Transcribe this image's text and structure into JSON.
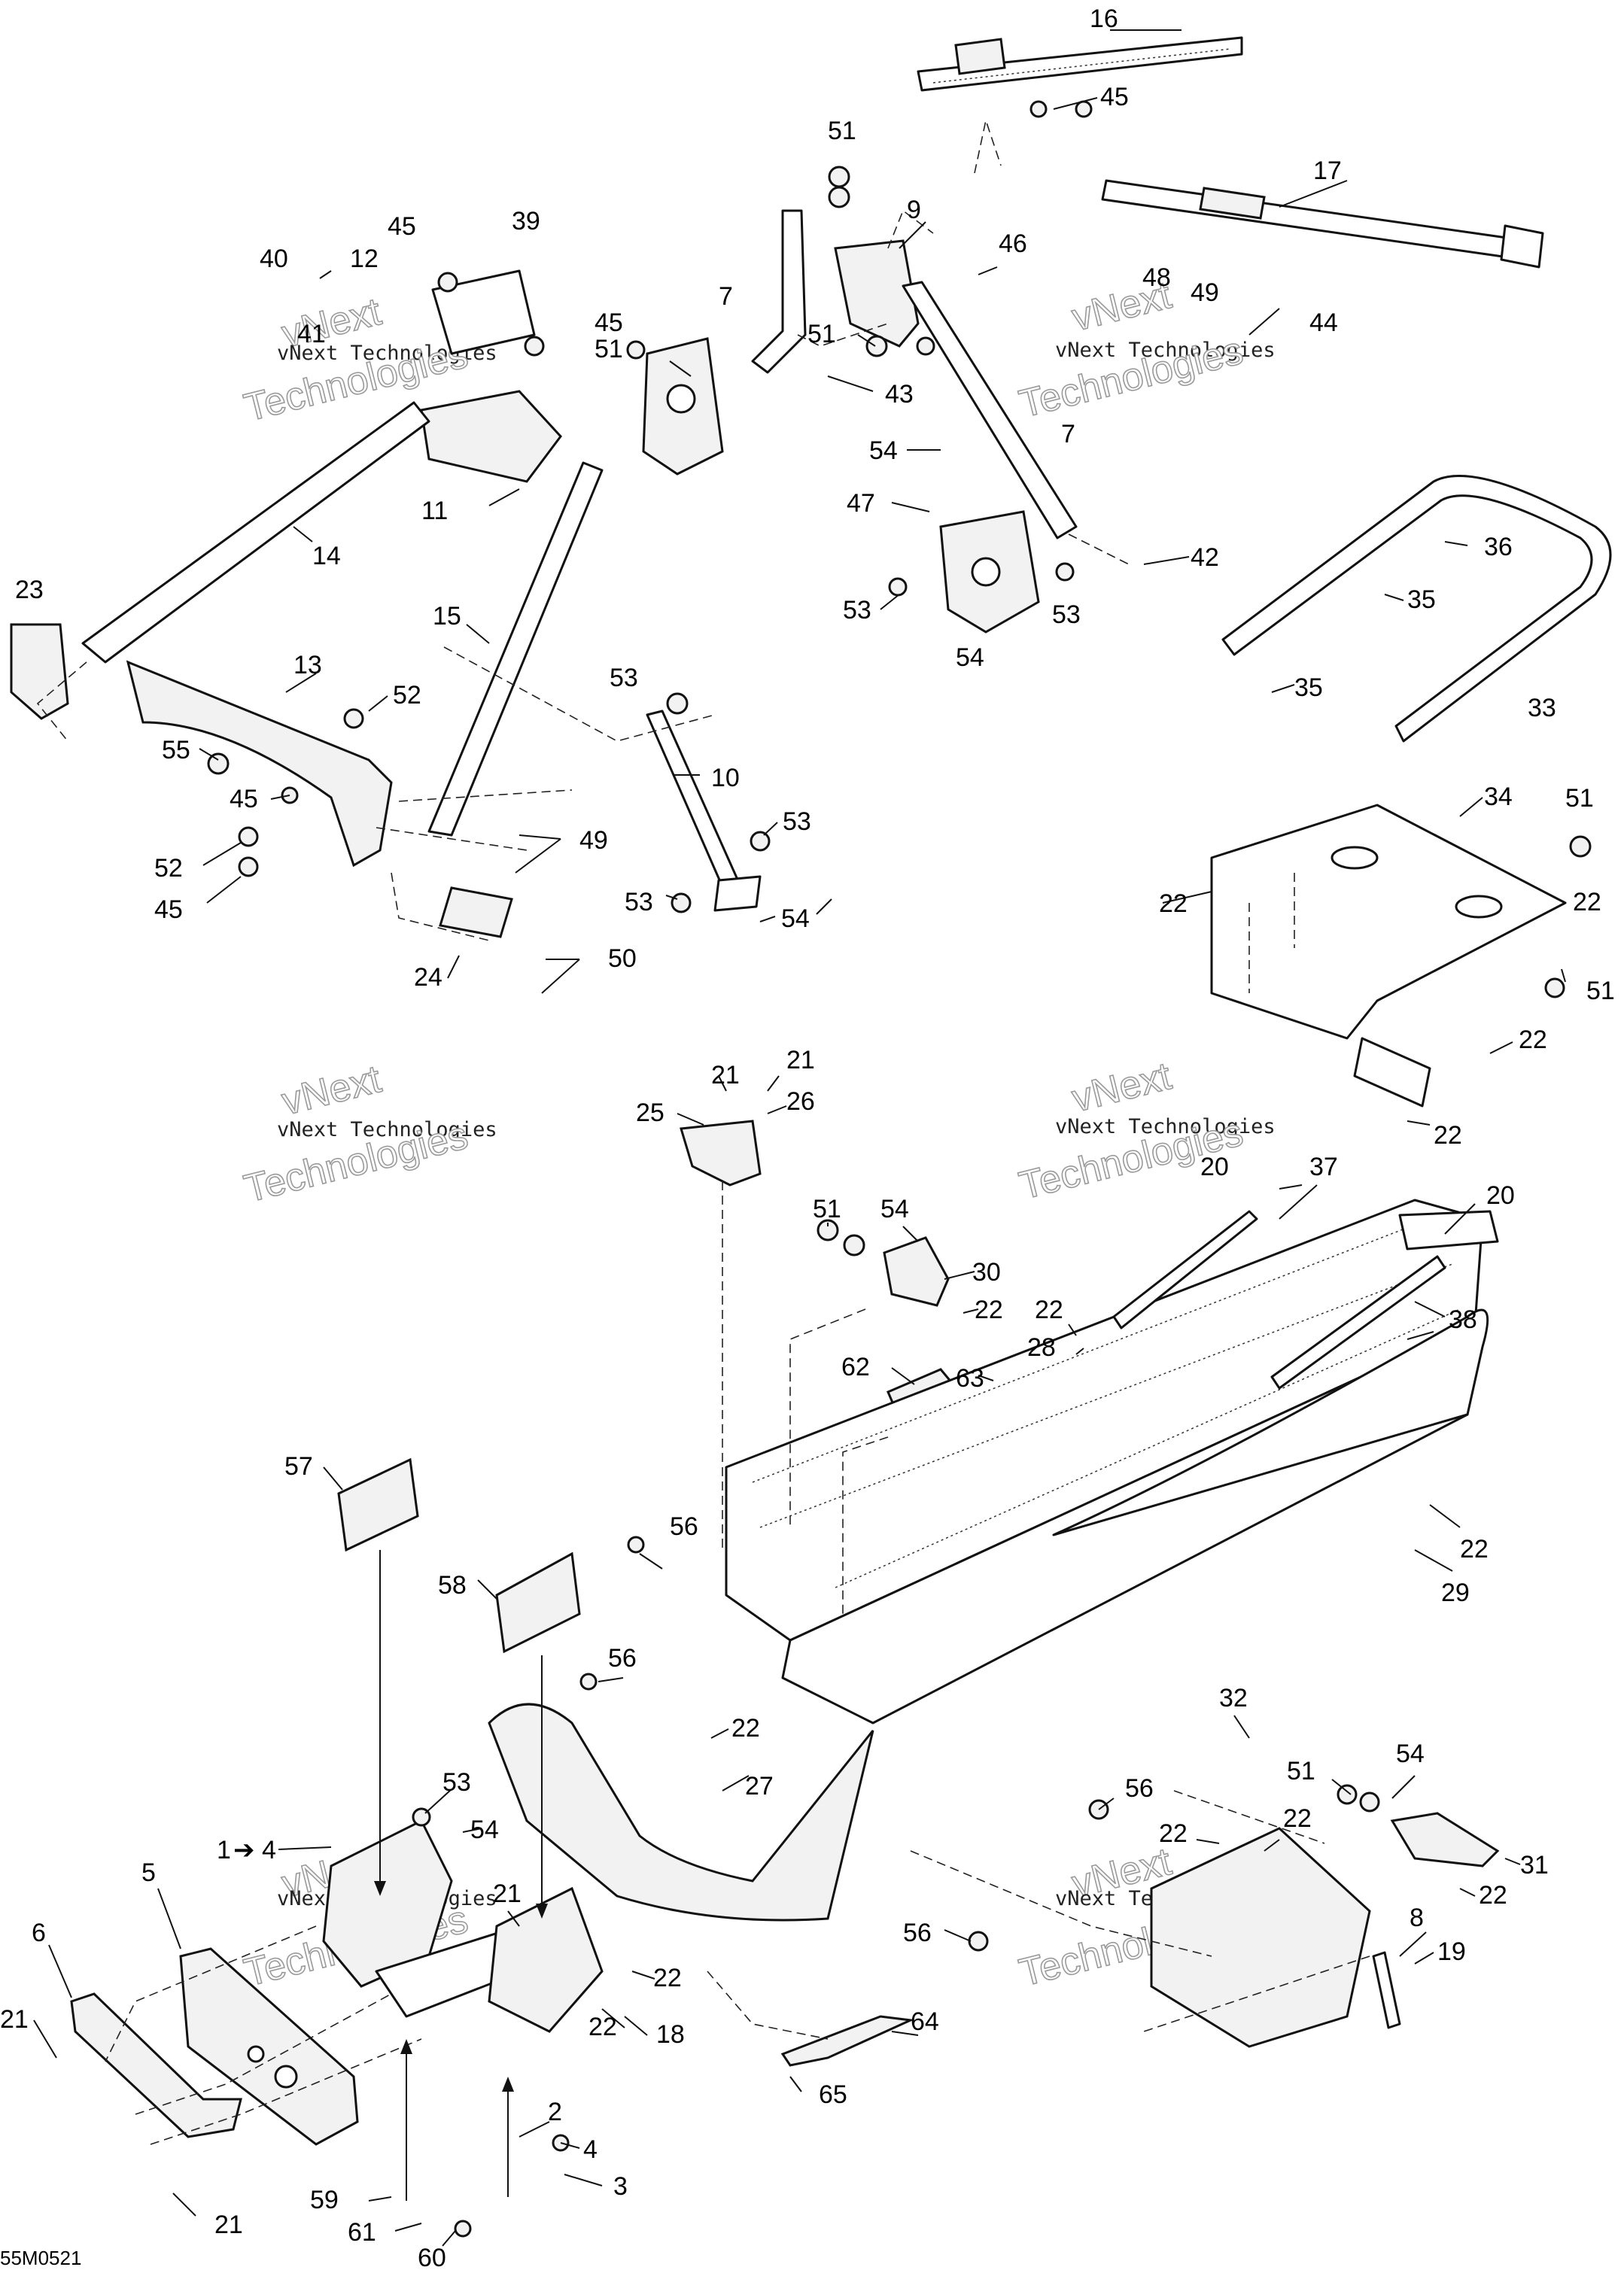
{
  "watermarks": [
    {
      "line1": "vNext",
      "line2": "vNext Technologies",
      "line3": "Technologies"
    },
    {
      "line1": "vNext",
      "line2": "vNext Technologies",
      "line3": "Technologies"
    },
    {
      "line1": "vNext",
      "line2": "vNext Technologies",
      "line3": "Technologies"
    },
    {
      "line1": "vNext",
      "line2": "vNext Technologies",
      "line3": "Technologies"
    },
    {
      "line1": "vNext",
      "line2": "vNext Technologies",
      "line3": "Technologies"
    },
    {
      "line1": "vNext",
      "line2": "vNext Technologies",
      "line3": "Technologies"
    }
  ],
  "diagram_code": "55M0521",
  "callouts": {
    "c16": "16",
    "c45a": "45",
    "c17": "17",
    "c51a": "51",
    "c9": "9",
    "c46": "46",
    "c48": "48",
    "c49a": "49",
    "c44": "44",
    "c45b": "45",
    "c39": "39",
    "c12": "12",
    "c40": "40",
    "c41": "41",
    "c45c": "45",
    "c7a": "7",
    "c51b": "51",
    "c51c": "51",
    "c43": "43",
    "c54a": "54",
    "c7b": "7",
    "c47": "47",
    "c42": "42",
    "c53a": "53",
    "c53b": "53",
    "c54b": "54",
    "c36": "36",
    "c35a": "35",
    "c35b": "35",
    "c33": "33",
    "c11": "11",
    "c14": "14",
    "c23": "23",
    "c15": "15",
    "c13": "13",
    "c52a": "52",
    "c55": "55",
    "c45d": "45",
    "c52b": "52",
    "c45e": "45",
    "c49b": "49",
    "c53c": "53",
    "c10": "10",
    "c53d": "53",
    "c53e": "53",
    "c54c": "54",
    "c24": "24",
    "c50": "50",
    "c34": "34",
    "c51d": "51",
    "c22a": "22",
    "c22b": "22",
    "c51e": "51",
    "c22c": "22",
    "c22d": "22",
    "c21a": "21",
    "c21b": "21",
    "c26": "26",
    "c25": "25",
    "c20a": "20",
    "c37": "37",
    "c20b": "20",
    "c51f": "51",
    "c54d": "54",
    "c30": "30",
    "c22e": "22",
    "c22f": "22",
    "c28": "28",
    "c38": "38",
    "c62": "62",
    "c63": "63",
    "c22g": "22",
    "c29": "29",
    "c57": "57",
    "c56a": "56",
    "c58": "58",
    "c56b": "56",
    "c22h": "22",
    "c27": "27",
    "c53f": "53",
    "c54e": "54",
    "c1": "1",
    "c4a": "4",
    "c21c": "21",
    "c5": "5",
    "c6": "6",
    "c21d": "21",
    "c22i": "22",
    "c22j": "22",
    "c18": "18",
    "c2": "2",
    "c4b": "4",
    "c3": "3",
    "c59": "59",
    "c61": "61",
    "c60": "60",
    "c21e": "21",
    "c64": "64",
    "c65": "65",
    "c56c": "56",
    "c56d": "56",
    "c54f": "54",
    "c51g": "51",
    "c32": "32",
    "c22k": "22",
    "c22l": "22",
    "c22m": "22",
    "c31": "31",
    "c8": "8",
    "c19": "19"
  }
}
